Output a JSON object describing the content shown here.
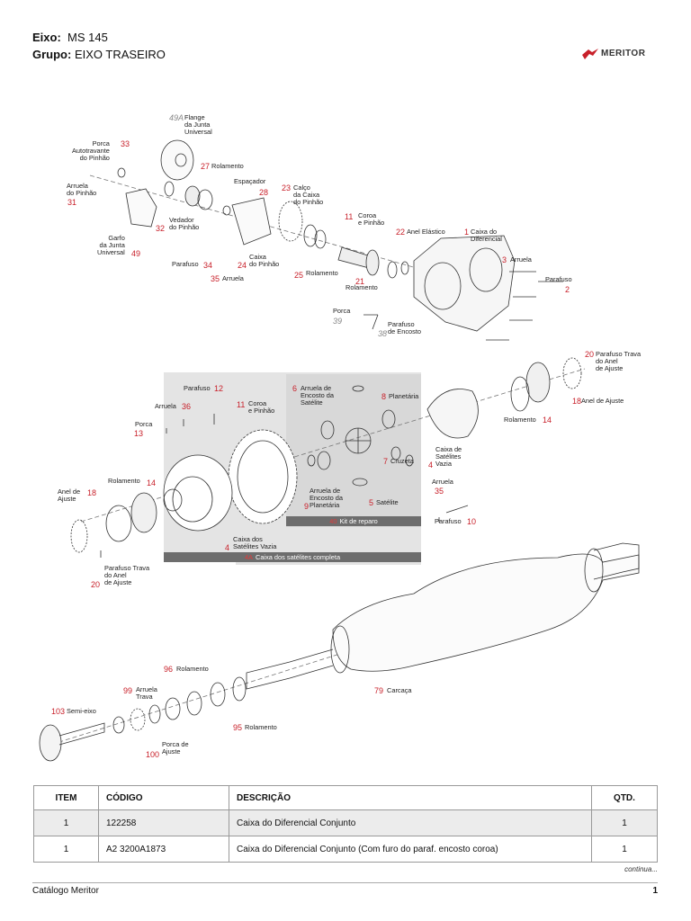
{
  "header": {
    "eixo_label": "Eixo:",
    "eixo_value": "MS 145",
    "grupo_label": "Grupo:",
    "grupo_value": "EIXO TRASEIRO",
    "logo_text": "MERITOR"
  },
  "diagram": {
    "parts": [
      {
        "n": "49A",
        "label": "Flange\nda Junta\nUniversal"
      },
      {
        "n": "33",
        "label": "Porca\nAutotravante\ndo Pinhão"
      },
      {
        "n": "27",
        "label": "Rolamento"
      },
      {
        "n": "31",
        "label": "Arruela\ndo Pinhão"
      },
      {
        "n": "28",
        "label": "Espaçador"
      },
      {
        "n": "23",
        "label": "Calço\nda Caixa\ndo Pinhão"
      },
      {
        "n": "11",
        "label": "Coroa\ne Pinhão"
      },
      {
        "n": "22",
        "label": "Anel Elástico"
      },
      {
        "n": "1",
        "label": "Caixa do\nDiferencial"
      },
      {
        "n": "32",
        "label": "Vedador\ndo Pinhão"
      },
      {
        "n": "49",
        "label": "Garfo\nda Junta\nUniversal"
      },
      {
        "n": "34",
        "label": "Parafuso"
      },
      {
        "n": "24",
        "label": "Caixa\ndo Pinhão"
      },
      {
        "n": "35",
        "label": "Arruela"
      },
      {
        "n": "25",
        "label": "Rolamento"
      },
      {
        "n": "21",
        "label": "Rolamento"
      },
      {
        "n": "3",
        "label": "Arruela"
      },
      {
        "n": "2",
        "label": "Parafuso"
      },
      {
        "n": "39",
        "label": "Porca"
      },
      {
        "n": "38",
        "label": "Parafuso\nde Encosto"
      },
      {
        "n": "12",
        "label": "Parafuso"
      },
      {
        "n": "36",
        "label": "Arruela"
      },
      {
        "n": "11",
        "label": "Coroa\ne Pinhão"
      },
      {
        "n": "6",
        "label": "Arruela de\nEncosto da\nSatélite"
      },
      {
        "n": "8",
        "label": "Planetária"
      },
      {
        "n": "20",
        "label": "Parafuso Trava\ndo Anel\nde Ajuste"
      },
      {
        "n": "18",
        "label": "Anel de Ajuste"
      },
      {
        "n": "14",
        "label": "Rolamento"
      },
      {
        "n": "13",
        "label": "Porca"
      },
      {
        "n": "4",
        "label": "Caixa de\nSatélites\nVazia"
      },
      {
        "n": "7",
        "label": "Cruzeta"
      },
      {
        "n": "9",
        "label": "Arruela de\nEncosto da\nPlanetária"
      },
      {
        "n": "5",
        "label": "Satélite"
      },
      {
        "n": "35",
        "label": "Arruela"
      },
      {
        "n": "10",
        "label": "Parafuso"
      },
      {
        "n": "18",
        "label": "Anel de\nAjuste"
      },
      {
        "n": "14",
        "label": "Rolamento"
      },
      {
        "n": "4",
        "label": "Caixa dos\nSatélites Vazia"
      },
      {
        "n": "20",
        "label": "Parafuso Trava\ndo Anel\nde Ajuste"
      },
      {
        "n": "96",
        "label": "Rolamento"
      },
      {
        "n": "99",
        "label": "Arruela\nTrava"
      },
      {
        "n": "79",
        "label": "Carcaça"
      },
      {
        "n": "103",
        "label": "Semi-eixo"
      },
      {
        "n": "95",
        "label": "Rolamento"
      },
      {
        "n": "100",
        "label": "Porca de\nAjuste"
      }
    ],
    "kit_bar": {
      "n": "40",
      "label": "Kit de reparo"
    },
    "case_bar": {
      "n": "4A",
      "label": "Caixa dos satélites completa"
    }
  },
  "table": {
    "headers": [
      "ITEM",
      "CÓDIGO",
      "DESCRIÇÃO",
      "QTD."
    ],
    "rows": [
      {
        "item": "1",
        "code": "122258",
        "desc": "Caixa do Diferencial Conjunto",
        "qty": "1"
      },
      {
        "item": "1",
        "code": "A2 3200A1873",
        "desc": "Caixa do Diferencial Conjunto (Com furo do paraf. encosto coroa)",
        "qty": "1"
      }
    ]
  },
  "continua": "continua...",
  "footer": {
    "left": "Catálogo Meritor",
    "page": "1"
  }
}
